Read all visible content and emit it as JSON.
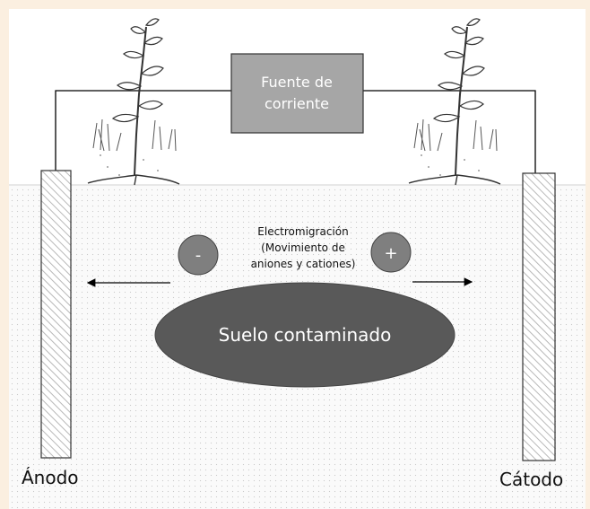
{
  "power_source": {
    "label_line1": "Fuente de",
    "label_line2": "corriente"
  },
  "process": {
    "line1": "Electromigración",
    "line2": "(Movimiento de",
    "line3": "aniones y cationes)"
  },
  "charges": {
    "negative": "-",
    "positive": "+"
  },
  "soil": {
    "label": "Suelo contaminado"
  },
  "electrodes": {
    "anode_label": "Ánodo",
    "cathode_label": "Cátodo"
  },
  "colors": {
    "page_background": "#fbefe0",
    "panel_background": "#ffffff",
    "ground_fill": "#fafafa",
    "power_box": "#a6a6a6",
    "charge_circle": "#7f7f7f",
    "contaminated_soil": "#595959",
    "wire": "#000000"
  }
}
